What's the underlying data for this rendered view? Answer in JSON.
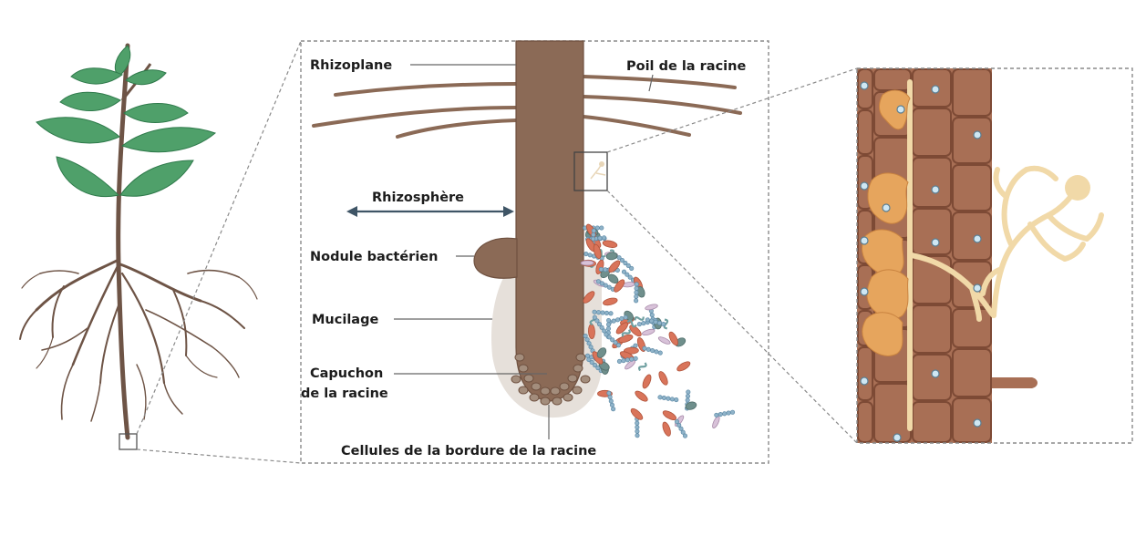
{
  "labels": {
    "rhizoplane": "Rhizoplane",
    "root_hair": "Poil de la racine",
    "rhizosphere": "Rhizosphère",
    "nodule": "Nodule bactérien",
    "mucilage": "Mucilage",
    "root_cap_line1": "Capuchon",
    "root_cap_line2": "de la racine",
    "border_cells": "Cellules de la bordure de la racine"
  },
  "colors": {
    "root": "#8b6a56",
    "root_dark": "#6f5140",
    "mucilage": "#e6e0da",
    "leaf": "#4fa06a",
    "leaf_dark": "#2f7a4b",
    "stem": "#6e5446",
    "bacteria_red": "#d9745a",
    "bacteria_blue": "#8fb3c9",
    "bacteria_teal": "#6f8f8c",
    "bacteria_lilac": "#d8c2d9",
    "fungus": "#f1d9a8",
    "fungus_dark": "#e6a55d",
    "cell": "#a86f55",
    "cell_border": "#7d4a35",
    "dot": "#cfe7f3"
  }
}
